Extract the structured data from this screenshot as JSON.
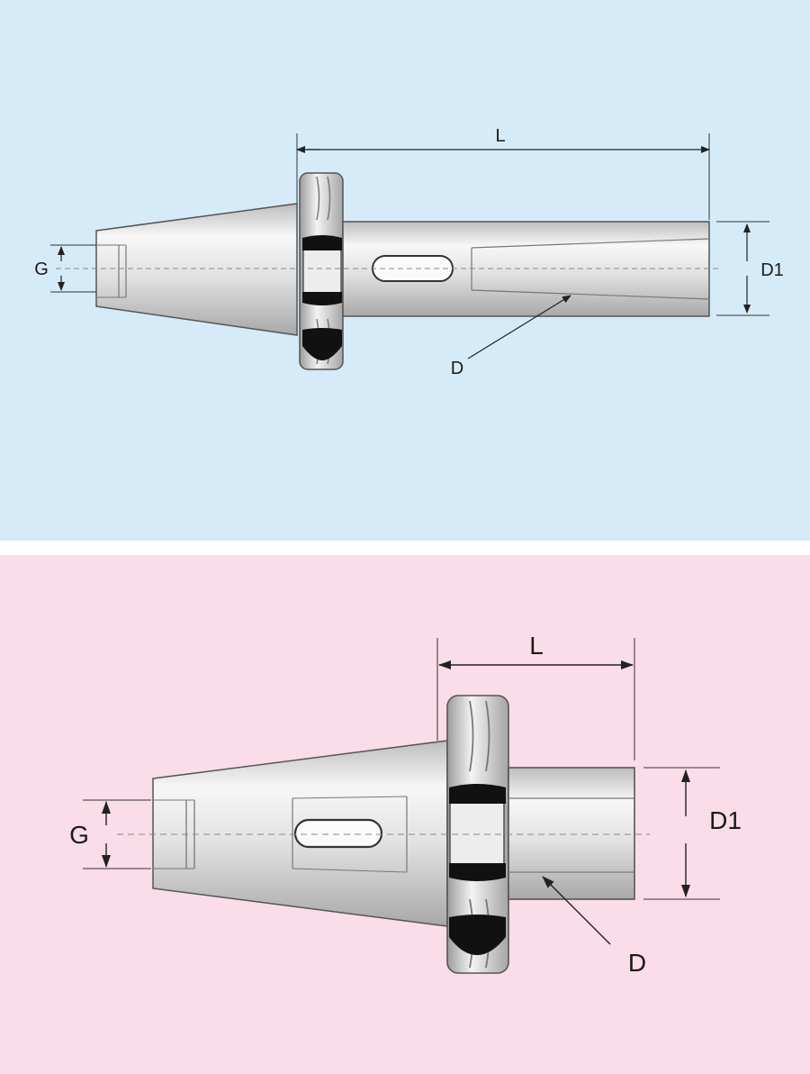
{
  "colors": {
    "top_background": "#d6ebf8",
    "bottom_background": "#fbdce9",
    "separator": "#ffffff",
    "metal_light": "#f4f4f4",
    "metal_mid": "#d9d9d9",
    "metal_dark": "#9a9a9a",
    "outline": "#555555",
    "dimension_line": "#222222",
    "rubber_ring": "#111111"
  },
  "top_diagram": {
    "labels": {
      "length": "L",
      "bore": "G",
      "outer": "D1",
      "taper": "D"
    }
  },
  "bottom_diagram": {
    "labels": {
      "length": "L",
      "bore": "G",
      "outer": "D1",
      "taper": "D"
    }
  }
}
